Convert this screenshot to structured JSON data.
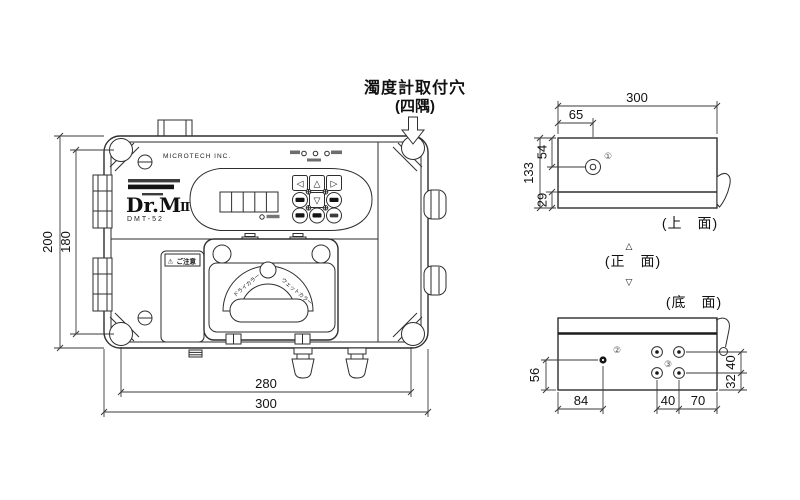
{
  "annotation": {
    "line1": "濁度計取付穴",
    "line2": "(四隅)"
  },
  "front_view": {
    "maker": "MICROTECH INC.",
    "logo_main": "Dr.M",
    "logo_suffix": "Ⅱ",
    "model": "DMT-52",
    "warning_icon": "⚠",
    "warning_text": "ご注意",
    "cover_left_label": "ドライカラー",
    "cover_right_label": "ウェットカラー",
    "keypad": {
      "left": "◁",
      "up": "△",
      "right": "▷",
      "down": "▽"
    },
    "dims": {
      "height_outer": "200",
      "height_holes": "180",
      "width_holes": "280",
      "width_outer": "300"
    }
  },
  "top_view": {
    "label": "(上　面)",
    "hole_ref": "①",
    "dims": {
      "width": "300",
      "hole_x": "65",
      "height": "133",
      "hole_y": "54",
      "flange": "29"
    }
  },
  "front_face": {
    "label": "(正　面)",
    "arrow_up": "△",
    "arrow_down": "▽"
  },
  "bottom_view": {
    "label": "(底　面)",
    "hole2_ref": "②",
    "hole3_ref": "③",
    "dims": {
      "hole2_y": "56",
      "hole2_x": "84",
      "hole3_dx": "40",
      "hole3_right": "70",
      "hole3_dy": "40",
      "hole3_bottom": "32"
    }
  }
}
